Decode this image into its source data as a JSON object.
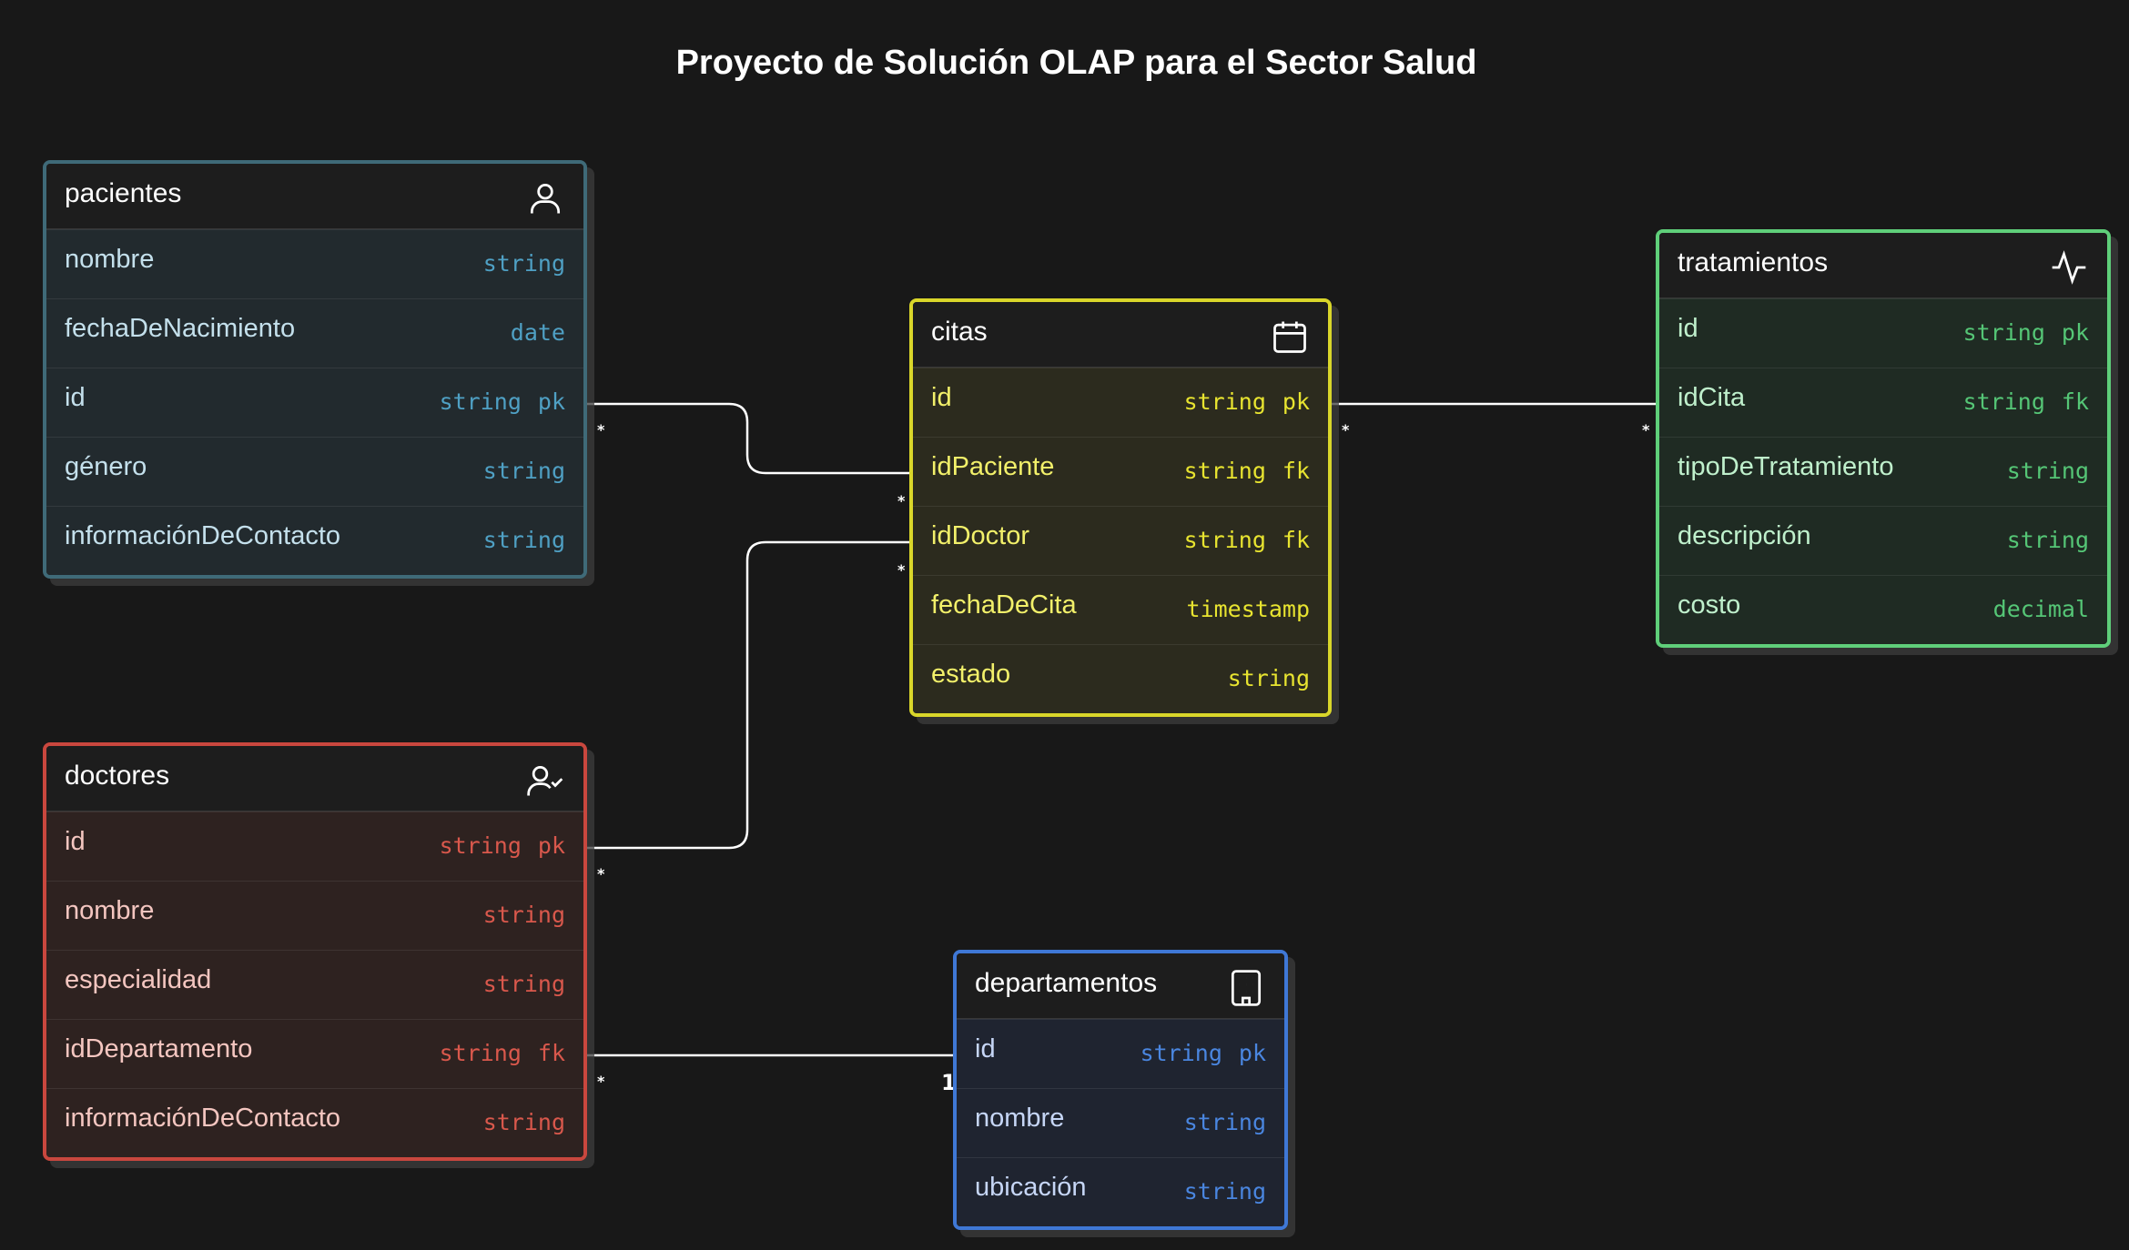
{
  "title": "Proyecto de Solución OLAP para el Sector Salud",
  "colors": {
    "background": "#181818",
    "pacientes": "#3f6a78",
    "citas": "#d9d62a",
    "tratamientos": "#5fcf7a",
    "doctores": "#c9473e",
    "departamentos": "#3f78d6"
  },
  "entities": {
    "pacientes": {
      "name": "pacientes",
      "icon": "user-icon",
      "fields": [
        {
          "name": "nombre",
          "type": "string",
          "key": ""
        },
        {
          "name": "fechaDeNacimiento",
          "type": "date",
          "key": ""
        },
        {
          "name": "id",
          "type": "string",
          "key": "pk"
        },
        {
          "name": "género",
          "type": "string",
          "key": ""
        },
        {
          "name": "informaciónDeContacto",
          "type": "string",
          "key": ""
        }
      ]
    },
    "citas": {
      "name": "citas",
      "icon": "calendar-icon",
      "fields": [
        {
          "name": "id",
          "type": "string",
          "key": "pk"
        },
        {
          "name": "idPaciente",
          "type": "string",
          "key": "fk"
        },
        {
          "name": "idDoctor",
          "type": "string",
          "key": "fk"
        },
        {
          "name": "fechaDeCita",
          "type": "timestamp",
          "key": ""
        },
        {
          "name": "estado",
          "type": "string",
          "key": ""
        }
      ]
    },
    "tratamientos": {
      "name": "tratamientos",
      "icon": "activity-icon",
      "fields": [
        {
          "name": "id",
          "type": "string",
          "key": "pk"
        },
        {
          "name": "idCita",
          "type": "string",
          "key": "fk"
        },
        {
          "name": "tipoDeTratamiento",
          "type": "string",
          "key": ""
        },
        {
          "name": "descripción",
          "type": "string",
          "key": ""
        },
        {
          "name": "costo",
          "type": "decimal",
          "key": ""
        }
      ]
    },
    "doctores": {
      "name": "doctores",
      "icon": "user-check-icon",
      "fields": [
        {
          "name": "id",
          "type": "string",
          "key": "pk"
        },
        {
          "name": "nombre",
          "type": "string",
          "key": ""
        },
        {
          "name": "especialidad",
          "type": "string",
          "key": ""
        },
        {
          "name": "idDepartamento",
          "type": "string",
          "key": "fk"
        },
        {
          "name": "informaciónDeContacto",
          "type": "string",
          "key": ""
        }
      ]
    },
    "departamentos": {
      "name": "departamentos",
      "icon": "building-icon",
      "fields": [
        {
          "name": "id",
          "type": "string",
          "key": "pk"
        },
        {
          "name": "nombre",
          "type": "string",
          "key": ""
        },
        {
          "name": "ubicación",
          "type": "string",
          "key": ""
        }
      ]
    }
  },
  "relations": [
    {
      "from": "pacientes.id",
      "to": "citas.idPaciente",
      "from_card": "*",
      "to_card": "*"
    },
    {
      "from": "doctores.id",
      "to": "citas.idDoctor",
      "from_card": "*",
      "to_card": "*"
    },
    {
      "from": "citas.id",
      "to": "tratamientos.idCita",
      "from_card": "*",
      "to_card": "*"
    },
    {
      "from": "doctores.idDepartamento",
      "to": "departamentos.id",
      "from_card": "*",
      "to_card": "1"
    }
  ]
}
